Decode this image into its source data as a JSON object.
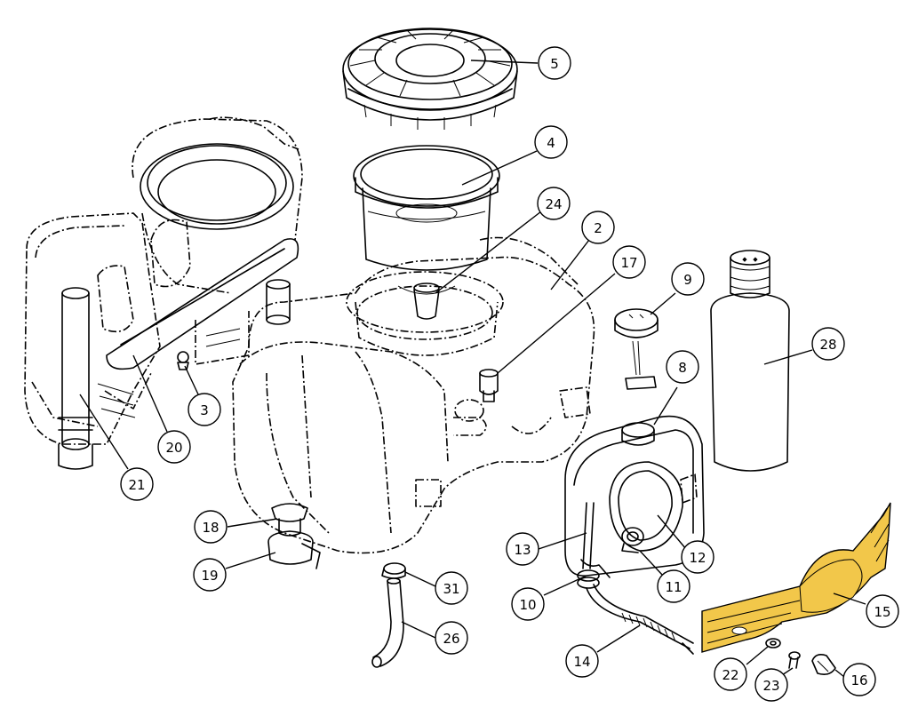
{
  "callouts": [
    {
      "id": "c5",
      "label": "5"
    },
    {
      "id": "c4",
      "label": "4"
    },
    {
      "id": "c24",
      "label": "24"
    },
    {
      "id": "c2",
      "label": "2"
    },
    {
      "id": "c17",
      "label": "17"
    },
    {
      "id": "c9",
      "label": "9"
    },
    {
      "id": "c28",
      "label": "28"
    },
    {
      "id": "c8",
      "label": "8"
    },
    {
      "id": "c3",
      "label": "3"
    },
    {
      "id": "c20",
      "label": "20"
    },
    {
      "id": "c21",
      "label": "21"
    },
    {
      "id": "c18",
      "label": "18"
    },
    {
      "id": "c19",
      "label": "19"
    },
    {
      "id": "c31",
      "label": "31"
    },
    {
      "id": "c26",
      "label": "26"
    },
    {
      "id": "c13",
      "label": "13"
    },
    {
      "id": "c12",
      "label": "12"
    },
    {
      "id": "c11",
      "label": "11"
    },
    {
      "id": "c10",
      "label": "10"
    },
    {
      "id": "c14",
      "label": "14"
    },
    {
      "id": "c15",
      "label": "15"
    },
    {
      "id": "c22",
      "label": "22"
    },
    {
      "id": "c23",
      "label": "23"
    },
    {
      "id": "c16",
      "label": "16"
    }
  ],
  "colors": {
    "line": "#000000",
    "background": "#ffffff",
    "highlight_part": "#f2c74a"
  }
}
